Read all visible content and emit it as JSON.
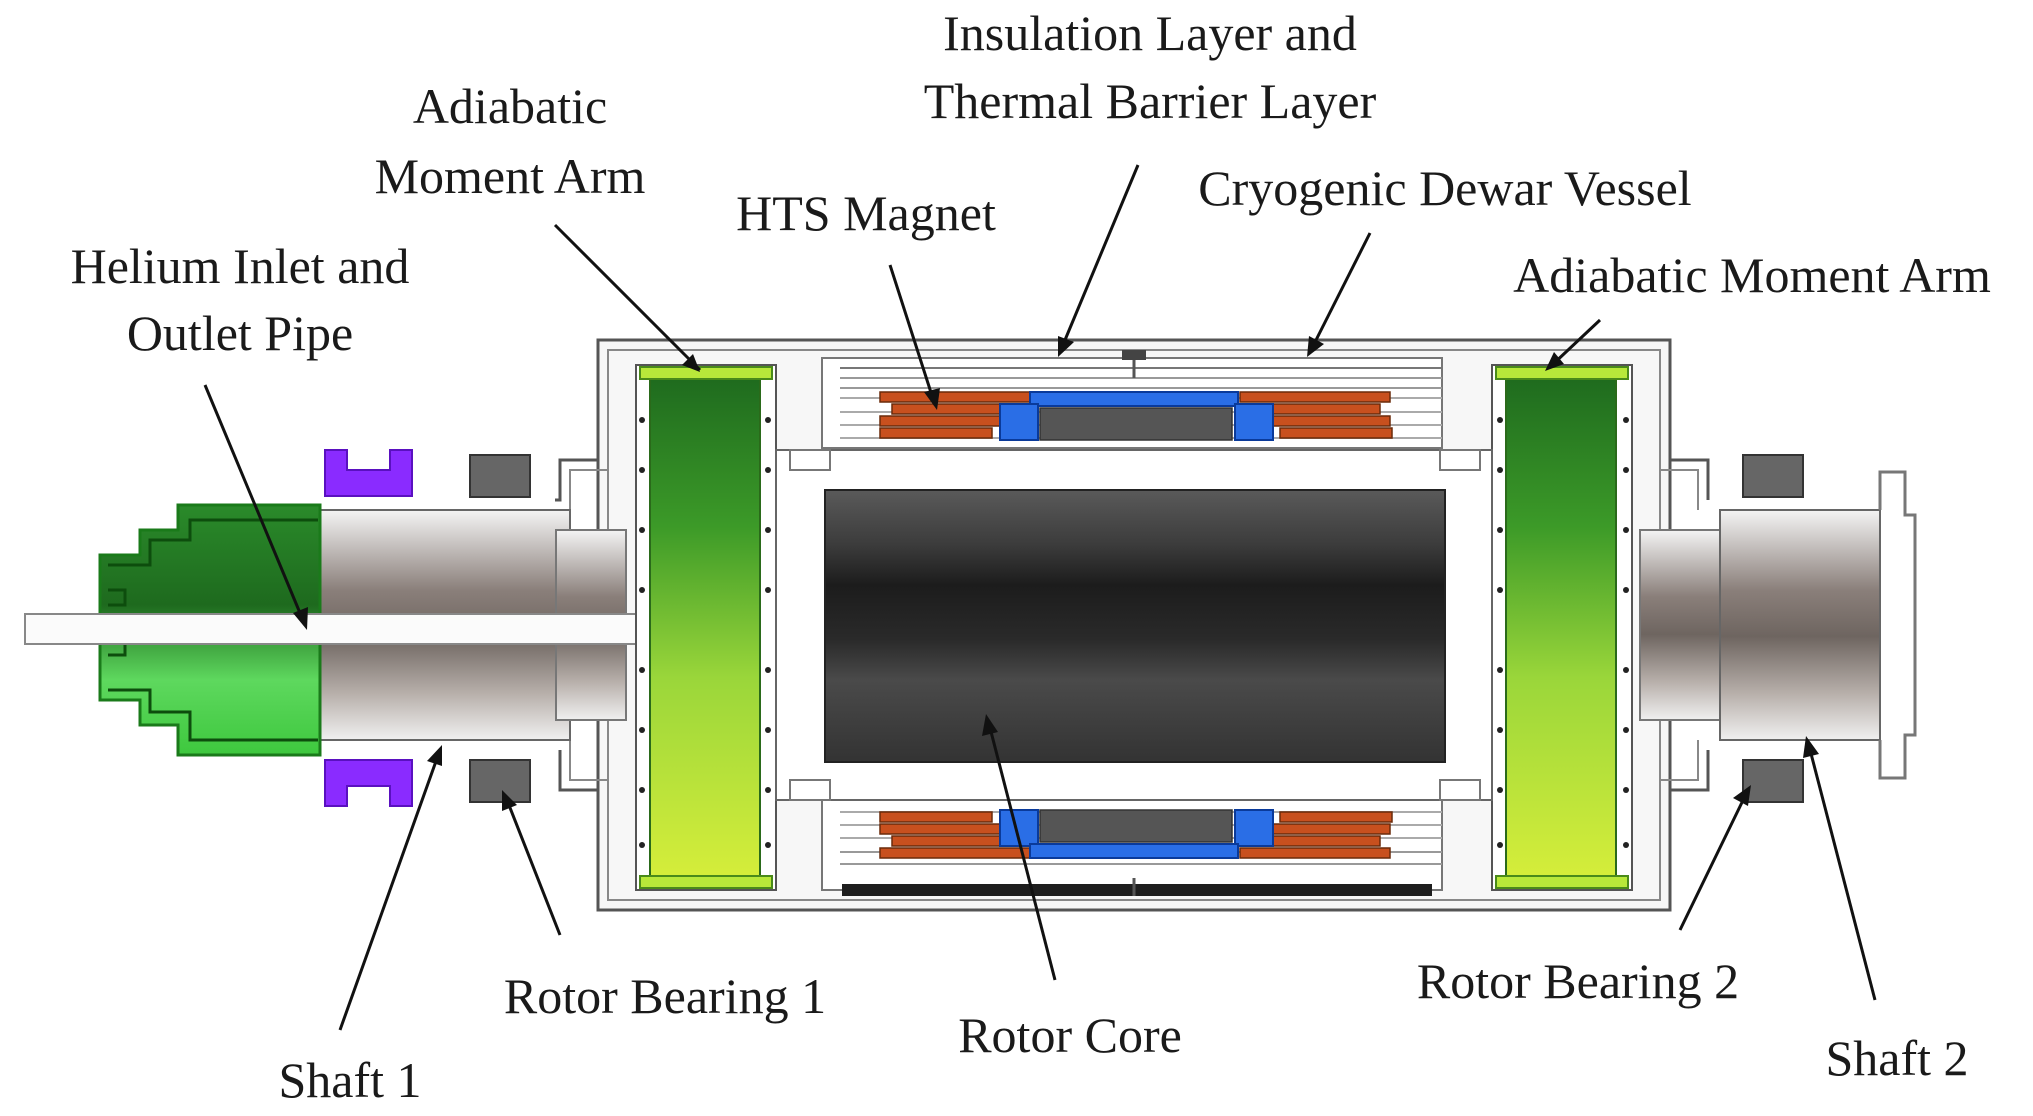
{
  "labels": {
    "insulation_line1": "Insulation Layer and",
    "insulation_line2": "Thermal Barrier Layer",
    "adiabatic_left_line1": "Adiabatic",
    "adiabatic_left_line2": "Moment Arm",
    "hts_magnet": "HTS Magnet",
    "dewar": "Cryogenic Dewar Vessel",
    "helium_line1": "Helium Inlet and",
    "helium_line2": "Outlet Pipe",
    "adiabatic_right": "Adiabatic Moment Arm",
    "bearing1": "Rotor Bearing 1",
    "rotor_core": "Rotor Core",
    "bearing2": "Rotor Bearing 2",
    "shaft1": "Shaft 1",
    "shaft2": "Shaft 2"
  },
  "colors": {
    "green_arm": "#5cc81e",
    "helium_green": "#44d444",
    "purple_clamp": "#8a2bff",
    "hts_orange": "#c8501e",
    "hts_blue": "#2a6ee6",
    "rotor_core": "#3a3a3a",
    "bearing_gray": "#666666"
  }
}
